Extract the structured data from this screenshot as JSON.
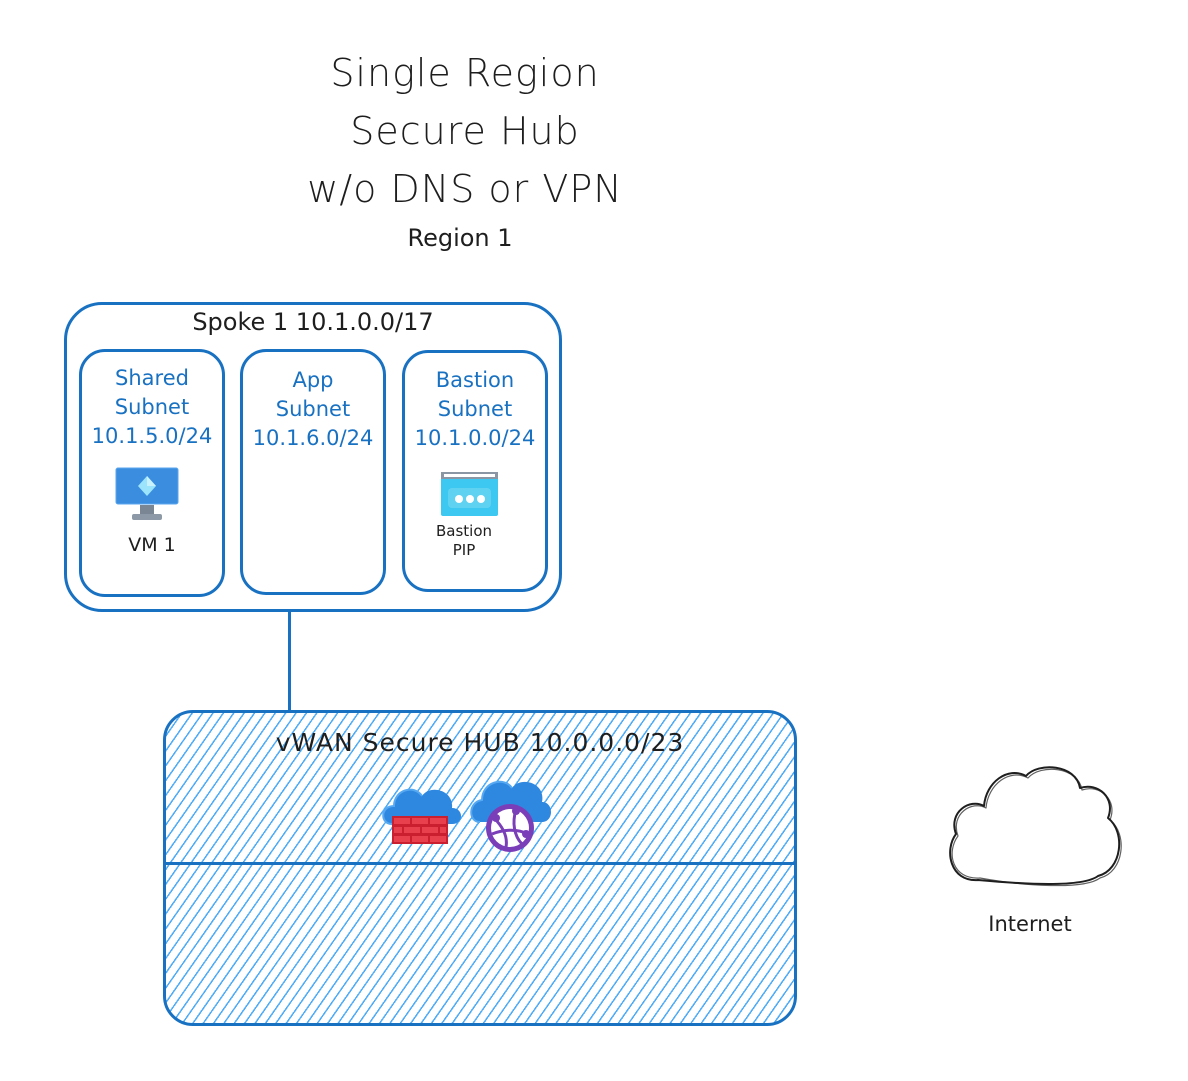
{
  "title": {
    "line1": "Single Region",
    "line2": "Secure Hub",
    "line3": "w/o DNS or VPN"
  },
  "region_label": "Region 1",
  "spoke": {
    "label": "Spoke 1 10.1.0.0/17",
    "subnets": [
      {
        "name_line1": "Shared",
        "name_line2": "Subnet",
        "cidr": "10.1.5.0/24",
        "resource": "VM 1",
        "icon": "virtual-machine-icon"
      },
      {
        "name_line1": "App",
        "name_line2": "Subnet",
        "cidr": "10.1.6.0/24"
      },
      {
        "name_line1": "Bastion",
        "name_line2": "Subnet",
        "cidr": "10.1.0.0/24",
        "resource_line1": "Bastion",
        "resource_line2": "PIP",
        "icon": "bastion-icon"
      }
    ]
  },
  "hub": {
    "label": "vWAN Secure HUB 10.0.0.0/23",
    "icons": [
      "firewall-cloud-icon",
      "virtual-wan-icon"
    ]
  },
  "internet": {
    "label": "Internet",
    "icon": "cloud-icon"
  },
  "colors": {
    "accent": "#1971c2",
    "hatch": "#4dabf7",
    "text": "#1e1e1e"
  }
}
